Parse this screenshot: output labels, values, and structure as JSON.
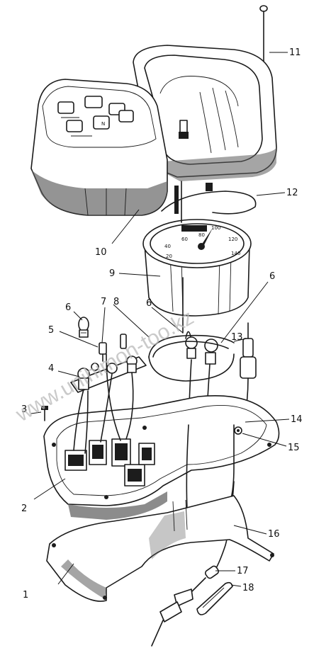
{
  "watermark": "www.unihimon-too.kz",
  "dial_numbers": [
    "60",
    "80",
    "100",
    "40",
    "120",
    "20",
    "140"
  ],
  "panel_glyphs": [
    "N"
  ],
  "callouts": [
    {
      "id": "callout-1",
      "text": "1"
    },
    {
      "id": "callout-2",
      "text": "2"
    },
    {
      "id": "callout-3",
      "text": "3"
    },
    {
      "id": "callout-4",
      "text": "4"
    },
    {
      "id": "callout-5",
      "text": "5"
    },
    {
      "id": "callout-6a",
      "text": "6"
    },
    {
      "id": "callout-6b",
      "text": "6"
    },
    {
      "id": "callout-6c",
      "text": "6"
    },
    {
      "id": "callout-7",
      "text": "7"
    },
    {
      "id": "callout-8",
      "text": "8"
    },
    {
      "id": "callout-9",
      "text": "9"
    },
    {
      "id": "callout-10",
      "text": "10"
    },
    {
      "id": "callout-11",
      "text": "11"
    },
    {
      "id": "callout-12",
      "text": "12"
    },
    {
      "id": "callout-13",
      "text": "13"
    },
    {
      "id": "callout-14",
      "text": "14"
    },
    {
      "id": "callout-15",
      "text": "15"
    },
    {
      "id": "callout-16",
      "text": "16"
    },
    {
      "id": "callout-17",
      "text": "17"
    },
    {
      "id": "callout-18",
      "text": "18"
    }
  ]
}
